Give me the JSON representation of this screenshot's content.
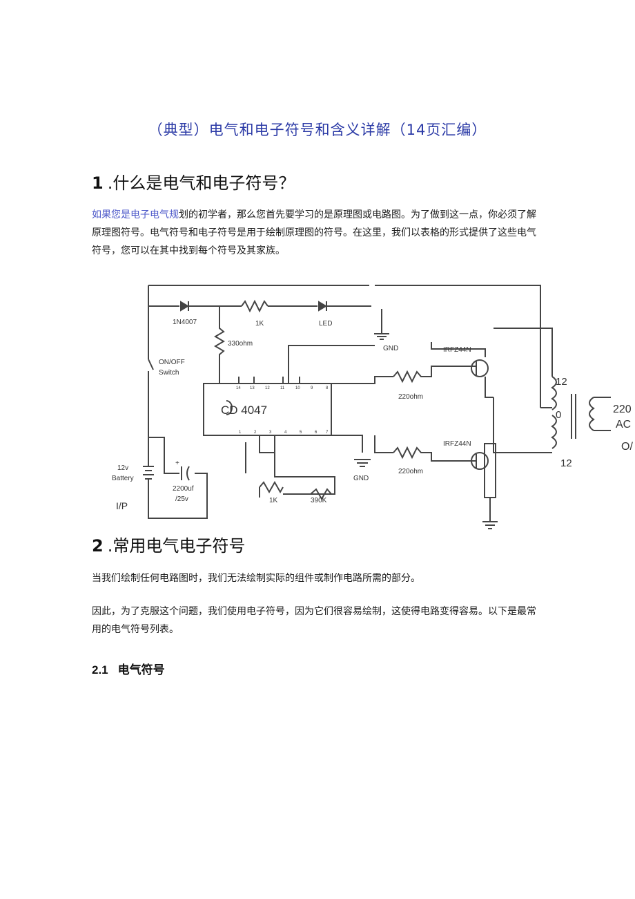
{
  "document": {
    "title": "（典型）电气和电子符号和含义详解（14页汇编）",
    "section1": {
      "number": "1",
      "heading": ".什么是电气和电子符号？",
      "paragraph": {
        "link_text": "如果您是电子电气规",
        "text": "划的初学者，那么您首先要学习的是原理图或电路图。为了做到这一点，你必须了解原理图符号。电气符号和电子符号是用于绘制原理图的符号。在这里，我们以表格的形式提供了这些电气符号，您可以在其中找到每个符号及其家族。"
      }
    },
    "circuit": {
      "labels": {
        "diode": "1N4007",
        "r1": "1K",
        "led": "LED",
        "r2": "330ohm",
        "gnd1": "GND",
        "mos1": "IRFZ44N",
        "switch1": "ON/OFF",
        "switch2": "Switch",
        "ic": "CD 4047",
        "r3": "220ohm",
        "mos2": "IRFZ44N",
        "r4": "220ohm",
        "gnd2": "GND",
        "battery1": "12v",
        "battery2": "Battery",
        "plus": "+",
        "cap1": "2200uf",
        "cap2": "/25v",
        "ip": "I/P",
        "pot": "1K",
        "r5": "390K",
        "tap_top": "12",
        "tap_mid": "0",
        "tap_bot": "12",
        "ac1": "220",
        "ac2": "AC",
        "ac3": "O/"
      },
      "pins_top": [
        "14",
        "13",
        "12",
        "11",
        "10",
        "9",
        "8"
      ],
      "pins_bottom": [
        "1",
        "2",
        "3",
        "4",
        "5",
        "6",
        "7"
      ]
    },
    "section2": {
      "number": "2",
      "heading": ".常用电气电子符号",
      "p1": "当我们绘制任何电路图时，我们无法绘制实际的组件或制作电路所需的部分。",
      "p2": "因此，为了克服这个问题，我们使用电子符号，因为它们很容易绘制，这使得电路变得容易。以下是最常用的电气符号列表。"
    },
    "subsection": {
      "number": "2.1",
      "heading": "电气符号"
    }
  }
}
